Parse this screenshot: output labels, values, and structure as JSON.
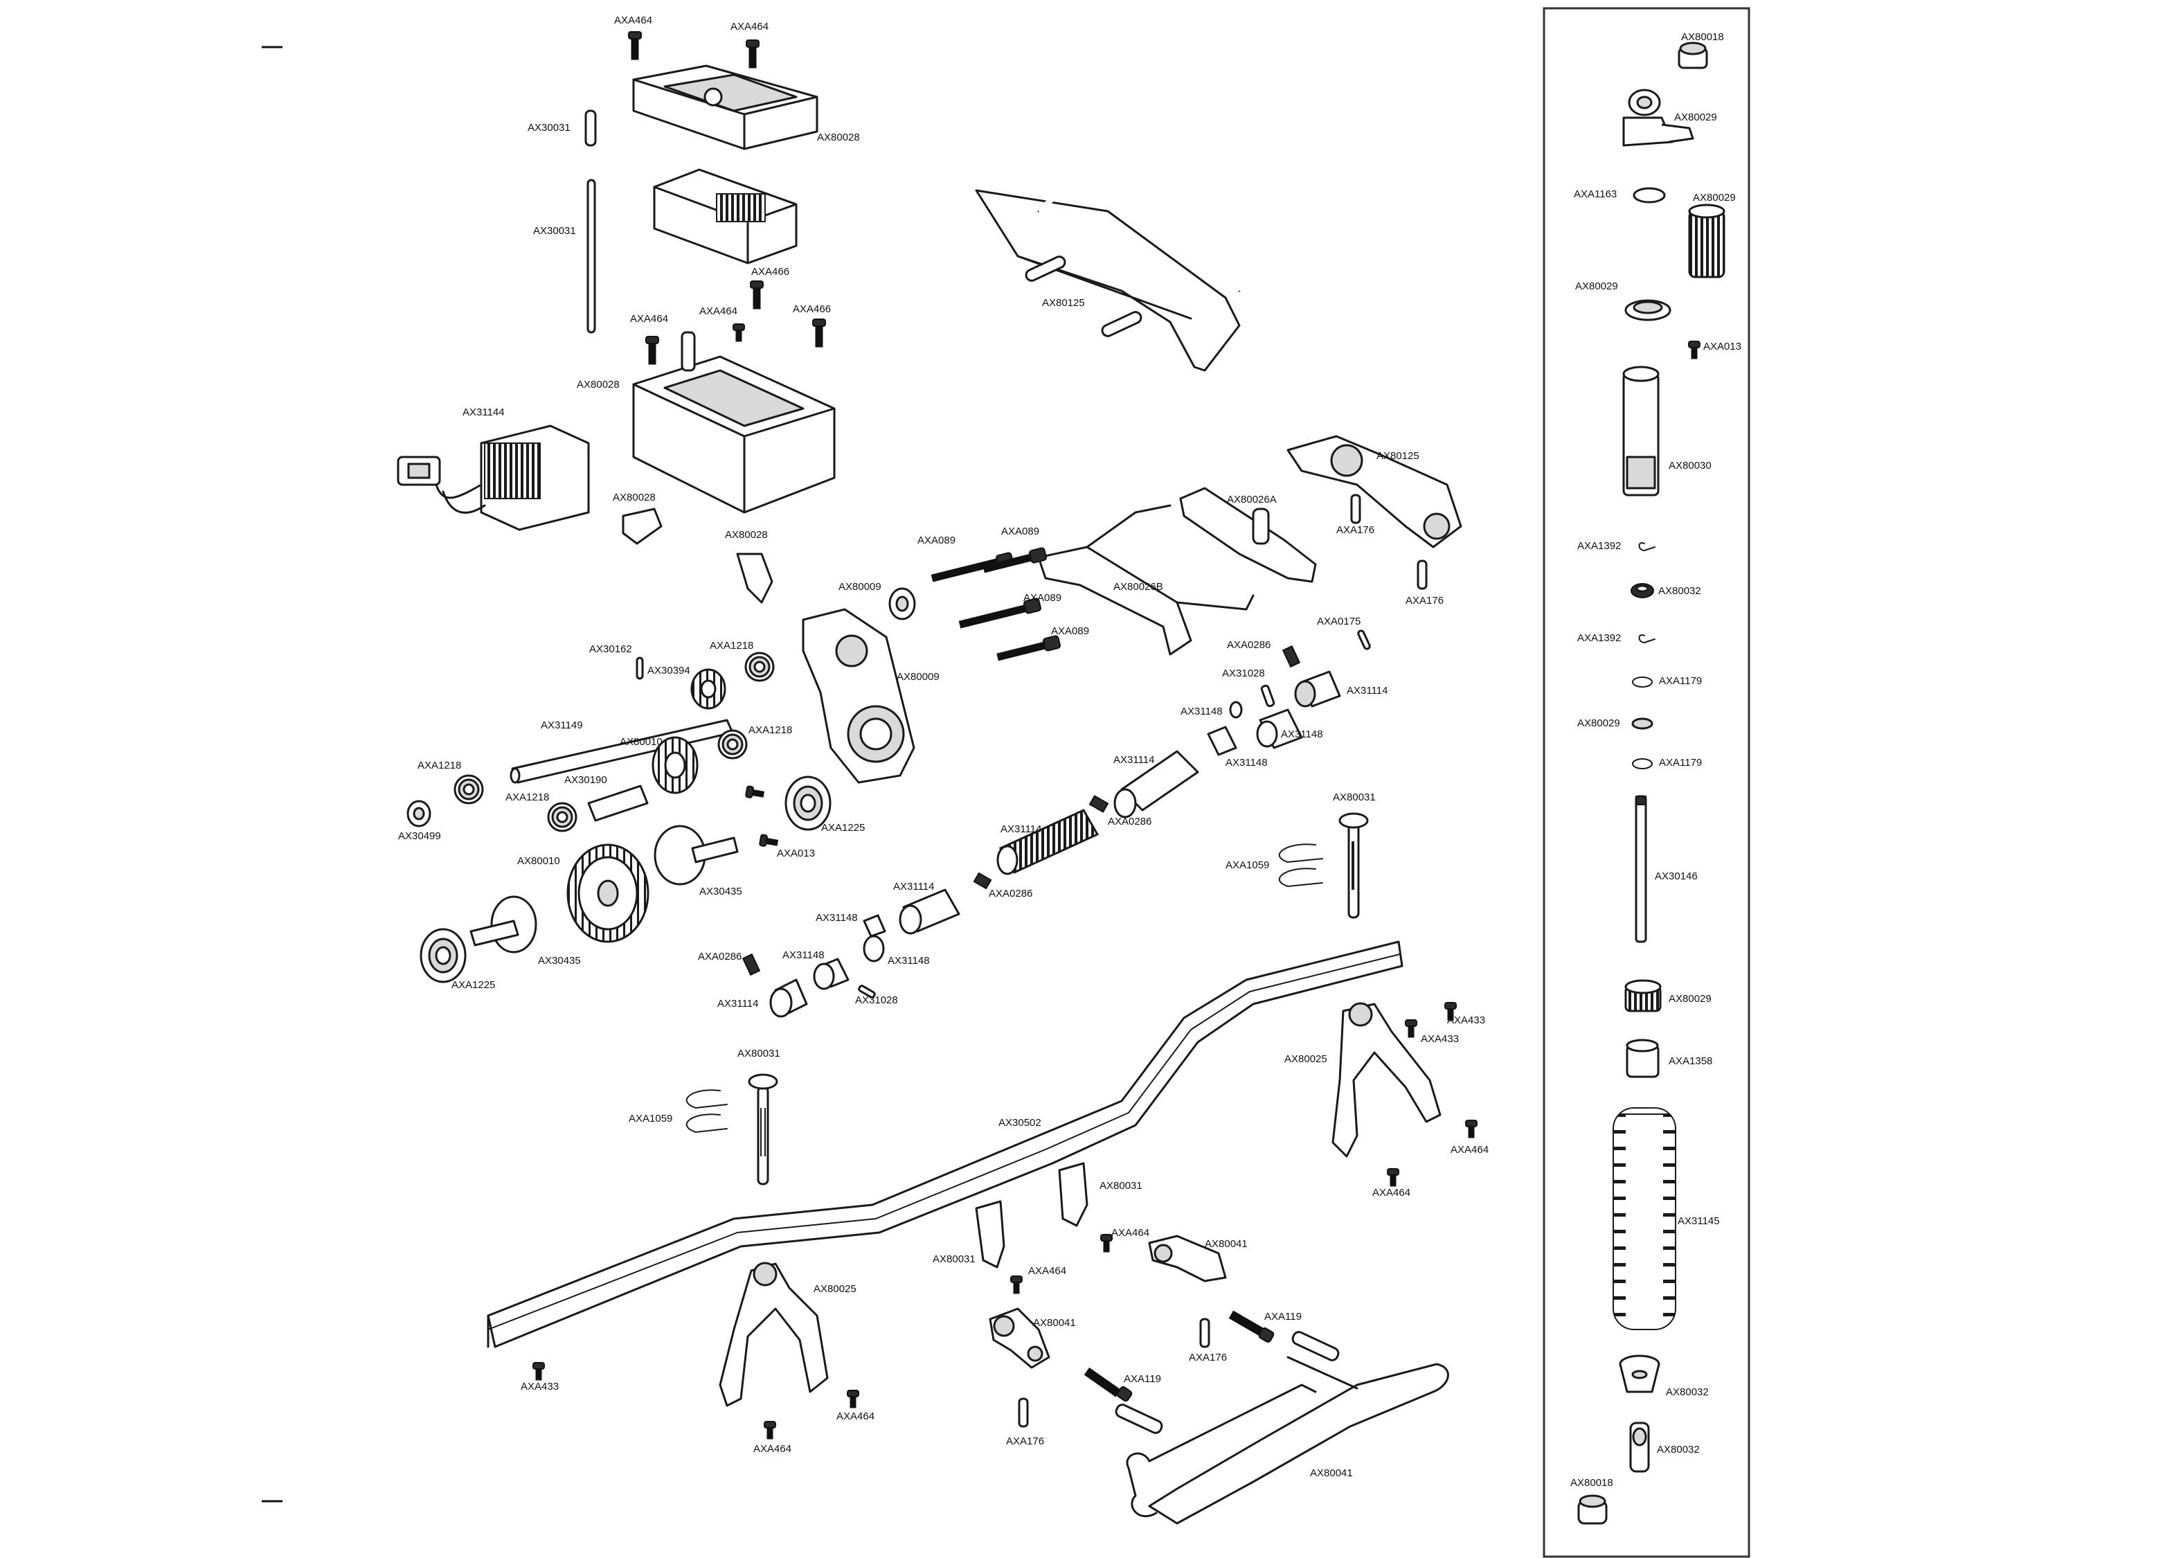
{
  "diagram": {
    "labels": {
      "axa464_screw_battery_top_left": "AXA464",
      "axa464_screw_battery_top_right": "AXA464",
      "ax80028_battery_lid": "AX80028",
      "ax30031_pin_short": "AX30031",
      "ax30031_rod_long": "AX30031",
      "axa466_screw_a": "AXA466",
      "axa464_screw_tray_left": "AXA464",
      "axa464_screw_tray_center": "AXA464",
      "axa466_screw_b": "AXA466",
      "ax80028_battery_tray": "AX80028",
      "ax31144_esc": "AX31144",
      "ax80028_clip_left": "AX80028",
      "ax80028_clip_right": "AX80028",
      "ax80125_rear_bumper": "AX80125",
      "ax80125_front_mount": "AX80125",
      "axa176_pin_upper": "AXA176",
      "axa176_pin_lower": "AXA176",
      "ax80026a_link": "AX80026A",
      "ax80026b_link": "AX80026B",
      "axa089_bolt_1": "AXA089",
      "axa089_bolt_2": "AXA089",
      "axa089_bolt_3": "AXA089",
      "axa089_bolt_4": "AXA089",
      "ax80009_bearing": "AX80009",
      "ax80009_gear_case": "AX80009",
      "axa0175_pin": "AXA0175",
      "axa0286_setscrew_top": "AXA0286",
      "ax31028_pin_top": "AX31028",
      "ax31114_cup_top": "AX31114",
      "ax31148_coupler_a": "AX31148",
      "ax31148_coupler_b": "AX31148",
      "ax31148_coupler_c": "AX31148",
      "ax31114_shaft_mid": "AX31114",
      "axa0286_setscrew_mid": "AXA0286",
      "ax31114_spline": "AX31114",
      "axa0286_setscrew_low": "AXA0286",
      "ax31114_cup_low": "AX31114",
      "ax31148_coupler_d": "AX31148",
      "ax31148_coupler_e": "AX31148",
      "axa0286_setscrew_bottom": "AXA0286",
      "ax31148_coupler_f": "AX31148",
      "ax31114_cup_bottom": "AX31114",
      "ax31028_pin_bottom": "AX31028",
      "ax30162_pin": "AX30162",
      "ax30394_gear": "AX30394",
      "axa1218_bearing_a": "AXA1218",
      "ax31149_shaft": "AX31149",
      "ax80010_gear_small": "AX80010",
      "axa1218_bearing_b": "AXA1218",
      "axa1218_bearing_c": "AXA1218",
      "ax30190_spacer": "AX30190",
      "axa1218_bearing_d": "AXA1218",
      "ax30499_spacer": "AX30499",
      "axa1225_bearing_right": "AXA1225",
      "axa013_screw": "AXA013",
      "ax80010_gear_large": "AX80010",
      "ax30435_shaft_right": "AX30435",
      "ax30435_shaft_left": "AX30435",
      "axa1225_bearing_left": "AXA1225",
      "ax80031_post_right": "AX80031",
      "axa1059_clip_right": "AXA1059",
      "ax80031_post_left": "AX80031",
      "axa1059_clip_left": "AXA1059",
      "ax30502_frame_rail": "AX30502",
      "ax80025_shock_tower_right": "AX80025",
      "axa433_screw_right_a": "AXA433",
      "axa433_screw_right_b": "AXA433",
      "axa464_screw_right_a": "AXA464",
      "axa464_screw_right_b": "AXA464",
      "ax80031_bracket_center": "AX80031",
      "ax80031_bracket_left": "AX80031",
      "axa464_screw_center_a": "AXA464",
      "axa464_screw_center_b": "AXA464",
      "ax80041_mount_upper": "AX80041",
      "ax80041_mount_lower": "AX80041",
      "axa119_bolt_right": "AXA119",
      "axa176_pin_right": "AXA176",
      "axa119_bolt_left": "AXA119",
      "axa176_pin_bottom": "AXA176",
      "ax80041_front_bumper": "AX80041",
      "ax80025_shock_tower_left": "AX80025",
      "axa433_screw_left": "AXA433",
      "axa464_screw_left_a": "AXA464",
      "axa464_screw_left_b": "AXA464"
    },
    "shock_panel_labels": {
      "ax80018_top": "AX80018",
      "ax80029_cap": "AX80029",
      "axa1163_oring": "AXA1163",
      "ax80029_piston_stack": "AX80029",
      "ax80029_collar": "AX80029",
      "axa013_screw": "AXA013",
      "ax80030_body": "AX80030",
      "axa1392_clip_a": "AXA1392",
      "ax80032_piston": "AX80032",
      "axa1392_clip_b": "AXA1392",
      "axa1179_oring_a": "AXA1179",
      "ax80029_washer": "AX80029",
      "axa1179_oring_b": "AXA1179",
      "ax30146_shaft": "AX30146",
      "ax80029_nut": "AX80029",
      "axa1358_spacer": "AXA1358",
      "ax31145_spring": "AX31145",
      "ax80032_retainer": "AX80032",
      "ax80032_rod_end": "AX80032",
      "ax80018_bottom": "AX80018"
    }
  }
}
